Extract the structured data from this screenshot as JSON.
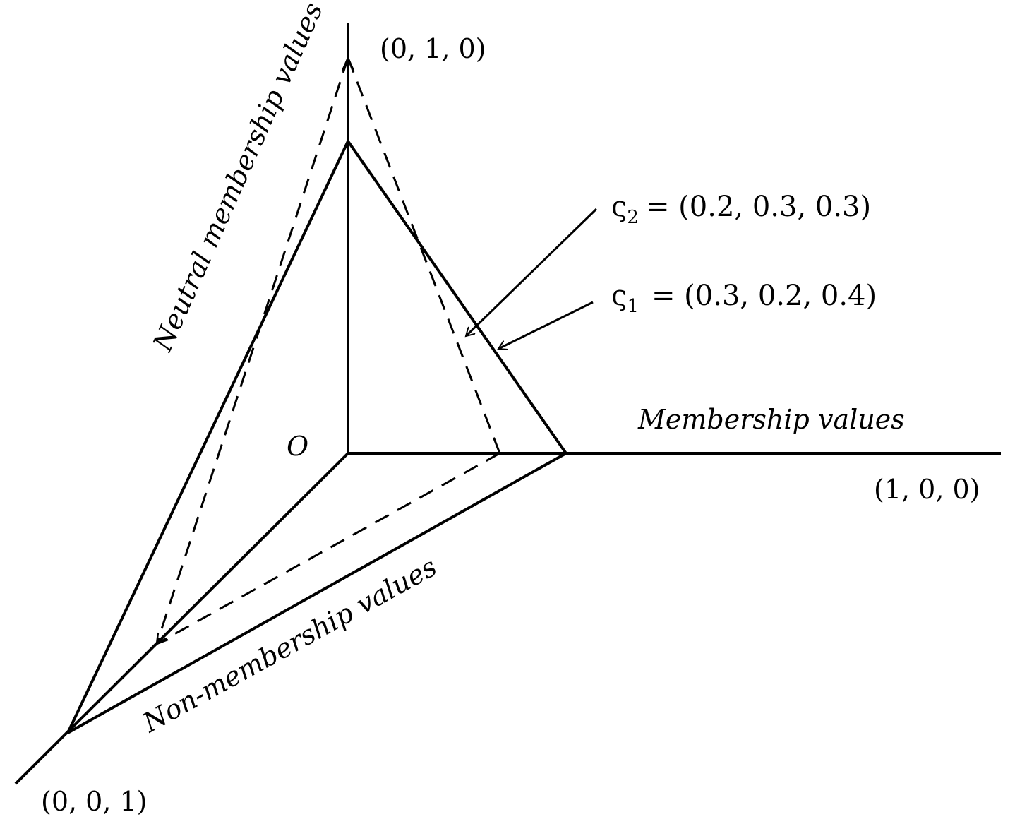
{
  "diagram": {
    "axes": {
      "membership_label": "Membership values",
      "neutral_label": "Neutral membership values",
      "non_membership_label": "Non-membership values",
      "origin_label": "O"
    },
    "corners": {
      "x_corner": "(1, 0, 0)",
      "y_corner": "(0, 1, 0)",
      "z_corner": "(0, 0, 1)"
    },
    "points": {
      "s2": {
        "symbol": "ς",
        "sub": "2",
        "value_text": "= (0.2, 0.3, 0.3)"
      },
      "s1": {
        "symbol": "ς",
        "sub": "1",
        "value_text": "= (0.3, 0.2, 0.4)"
      }
    },
    "colors": {
      "stroke": "#000000",
      "background": "#ffffff"
    }
  }
}
